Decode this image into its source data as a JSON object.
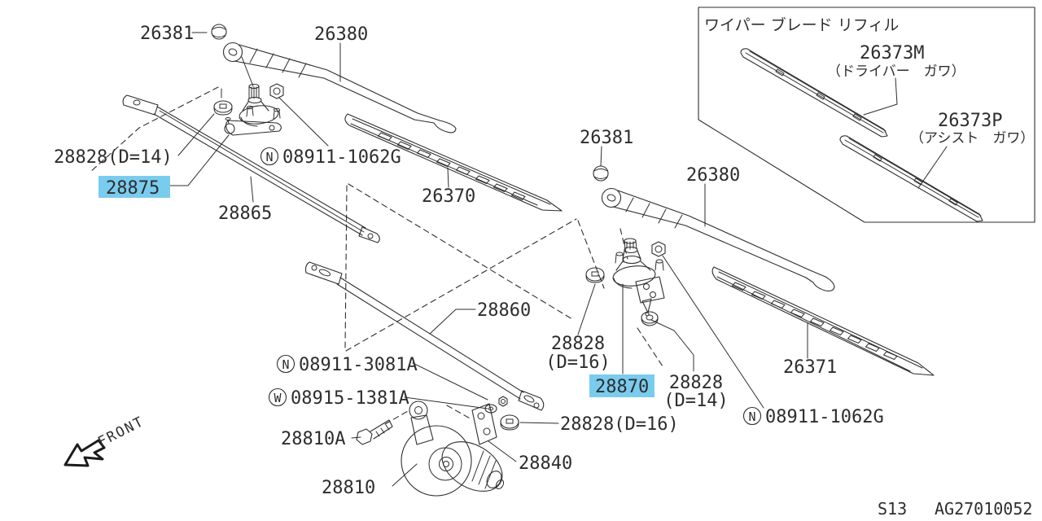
{
  "colors": {
    "highlight": "#7accee",
    "line": "#2d2d2d"
  },
  "front_arrow": {
    "label": "FRONT"
  },
  "footer": {
    "model_code": "S13",
    "diagram_code": "AG27010052"
  },
  "inset": {
    "title": "ワイパー ブレード リフィル",
    "items": [
      {
        "part_no": "26373M",
        "note": "（ドライバー　ガワ）"
      },
      {
        "part_no": "26373P",
        "note": "（アシスト　ガワ）"
      }
    ]
  },
  "labels": {
    "cap_left": "26381",
    "arm_left": "26380",
    "washer_d14_left": "28828(D=14)",
    "pivot_left": "28875",
    "link_rod": "28865",
    "blade_left": "26370",
    "nut_left_sym": "N",
    "nut_left": "08911-1062G",
    "cap_right": "26381",
    "arm_right": "26380",
    "washer_d16_no": "28828",
    "washer_d16_note": "(D=16)",
    "pivot_right": "28870",
    "washer_d14_no": "28828",
    "washer_d14_note": "(D=14)",
    "blade_right": "26371",
    "nut_right_sym": "N",
    "nut_right": "08911-1062G",
    "nut_motor_sym": "N",
    "nut_motor": "08911-3081A",
    "washer_motor_sym": "W",
    "washer_motor": "08915-1381A",
    "bolt": "28810A",
    "motor": "28810",
    "bracket": "28840",
    "washer_d16_bottom": "28828(D=16)",
    "center_rod": "28860"
  }
}
